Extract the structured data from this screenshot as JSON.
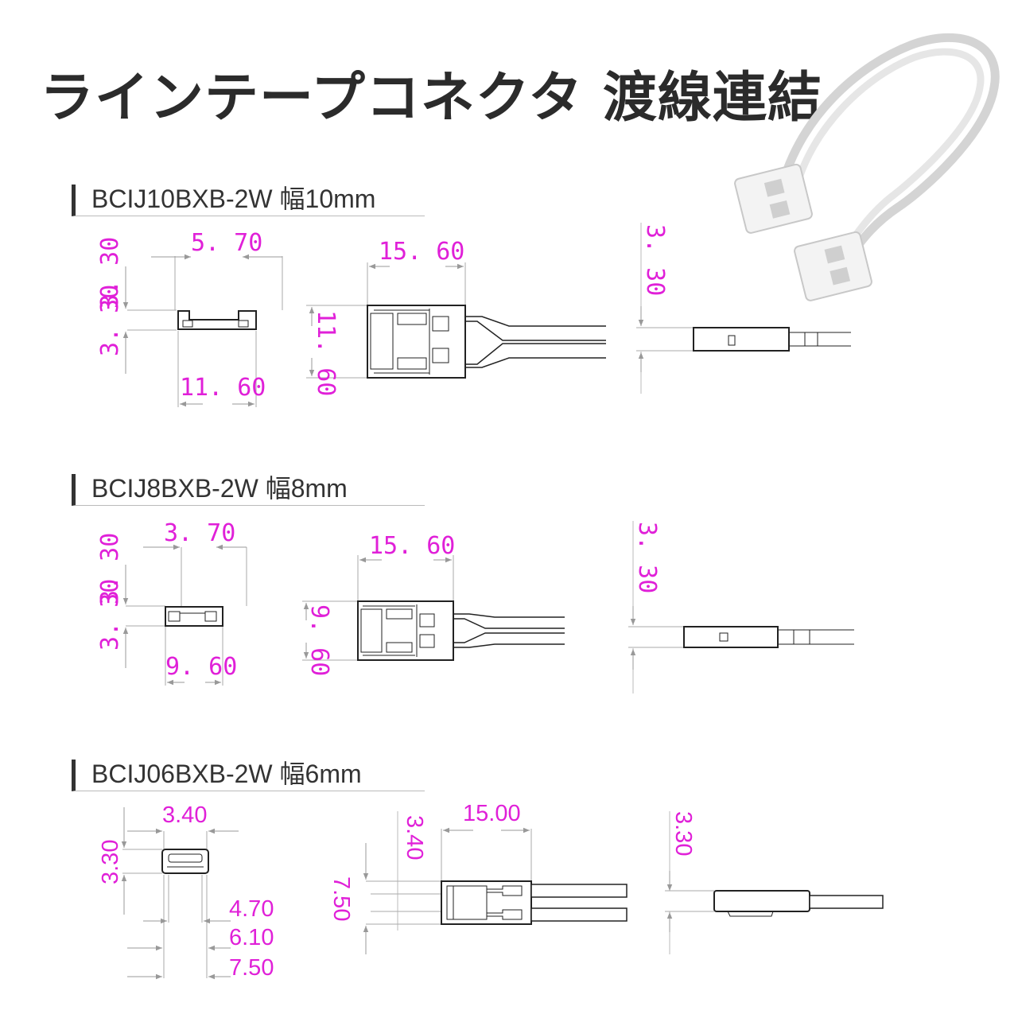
{
  "title": "ラインテープコネクタ 渡線連結",
  "colors": {
    "dimension": "#e020d8",
    "title": "#2b2b2b",
    "outline": "#222222",
    "extension": "#aaaaaa"
  },
  "sections": [
    {
      "heading": "BCIJ10BXB-2W 幅10mm",
      "end_view": {
        "top_width": "5. 70",
        "height": "3. 30",
        "height_lower": "3. 30",
        "bottom_width": "11. 60"
      },
      "plan_view": {
        "length": "15. 60",
        "width": "11. 60"
      },
      "side_view": {
        "height": "3. 30"
      }
    },
    {
      "heading": "BCIJ8BXB-2W 幅8mm",
      "end_view": {
        "top_width": "3. 70",
        "height": "3. 30",
        "height_lower": "3. 30",
        "bottom_width": "9. 60"
      },
      "plan_view": {
        "length": "15. 60",
        "width": "9. 60"
      },
      "side_view": {
        "height": "3. 30"
      }
    },
    {
      "heading": "BCIJ06BXB-2W 幅6mm",
      "end_view": {
        "top_width": "3.40",
        "height": "3.30",
        "dim_a": "4.70",
        "dim_b": "6.10",
        "dim_c": "7.50"
      },
      "plan_view": {
        "length": "15.00",
        "pin_offset": "3.40",
        "width": "7.50"
      },
      "side_view": {
        "height": "3.30"
      }
    }
  ]
}
